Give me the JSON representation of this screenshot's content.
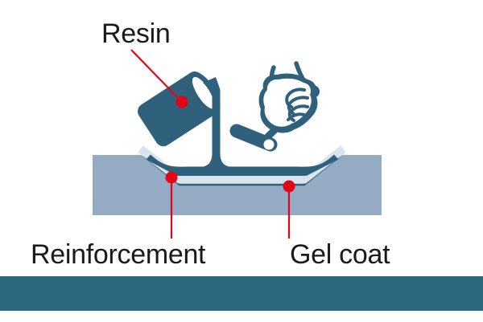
{
  "diagram": {
    "labels": {
      "resin": "Resin",
      "reinforcement": "Reinforcement",
      "gel_coat": "Gel coat"
    },
    "icons": {
      "bucket": "resin-bucket-icon",
      "stream": "pour-stream-icon",
      "hand": "hand-roller-icon",
      "mold": "mold-block-shape",
      "footer": "footer-bar"
    },
    "colors": {
      "illustration_teal": "#2F607C",
      "mold_blue_gray": "#94ABC3",
      "gel_coat_light": "#DAE4EF",
      "callout_red": "#E30617",
      "footer_bar_teal": "#2E6780",
      "label_text": "#1A1A1A",
      "background": "#FFFFFF"
    }
  }
}
